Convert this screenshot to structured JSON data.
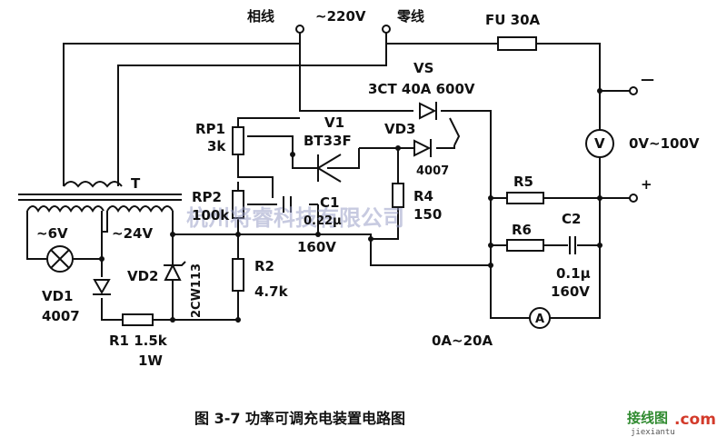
{
  "labels": {
    "phase_line": "相线",
    "voltage": "~220V",
    "neutral_line": "零线",
    "fuse": "FU  30A",
    "vs": "VS",
    "vs_spec": "3CT  40A  600V",
    "minus": "—",
    "plus": "+",
    "voltmeter": "V",
    "voltmeter_range": "0V~100V",
    "rp1": "RP1",
    "rp1_val": "3k",
    "v1": "V1",
    "v1_part": "BT33F",
    "vd3": "VD3",
    "vd3_part": "4007",
    "transformer": "T",
    "tap_6v": "~6V",
    "tap_24v": "~24V",
    "rp2": "RP2",
    "rp2_val": "100k",
    "c1": "C1",
    "c1_val": "0.22μ",
    "c1_volt": "160V",
    "r4": "R4",
    "r4_val": "150",
    "r5": "R5",
    "r6": "R6",
    "c2": "C2",
    "c2_val": "0.1μ",
    "c2_volt": "160V",
    "vd1": "VD1",
    "vd1_part": "4007",
    "vd2": "VD2",
    "vd2_part": "2CW113",
    "r2": "R2",
    "r2_val": "4.7k",
    "r1": "R1  1.5k",
    "r1_power": "1W",
    "ammeter": "A",
    "ammeter_range": "0A~20A"
  },
  "caption": "图 3-7    功率可调充电装置电路图",
  "watermark": "杭州将睿科技有限公司",
  "site_logo": {
    "name": "接线图",
    "suffix": ".com",
    "url": "jiexiantu"
  }
}
